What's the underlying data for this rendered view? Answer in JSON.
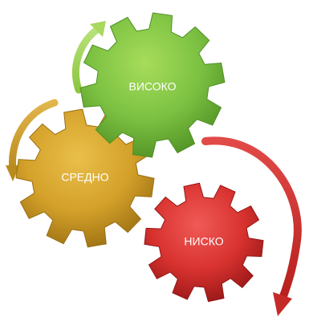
{
  "diagram": {
    "gears": [
      {
        "id": "high",
        "label": "ВИСОКО",
        "color": "#7cc142"
      },
      {
        "id": "mid",
        "label": "СРЕДНО",
        "color": "#d4a12a"
      },
      {
        "id": "low",
        "label": "НИСКО",
        "color": "#d8322f"
      }
    ],
    "arrows": [
      {
        "id": "green-arrow",
        "color": "#8cc63f"
      },
      {
        "id": "gold-arrow",
        "color": "#d7a22a"
      },
      {
        "id": "red-arrow",
        "color": "#d8322f"
      }
    ]
  }
}
